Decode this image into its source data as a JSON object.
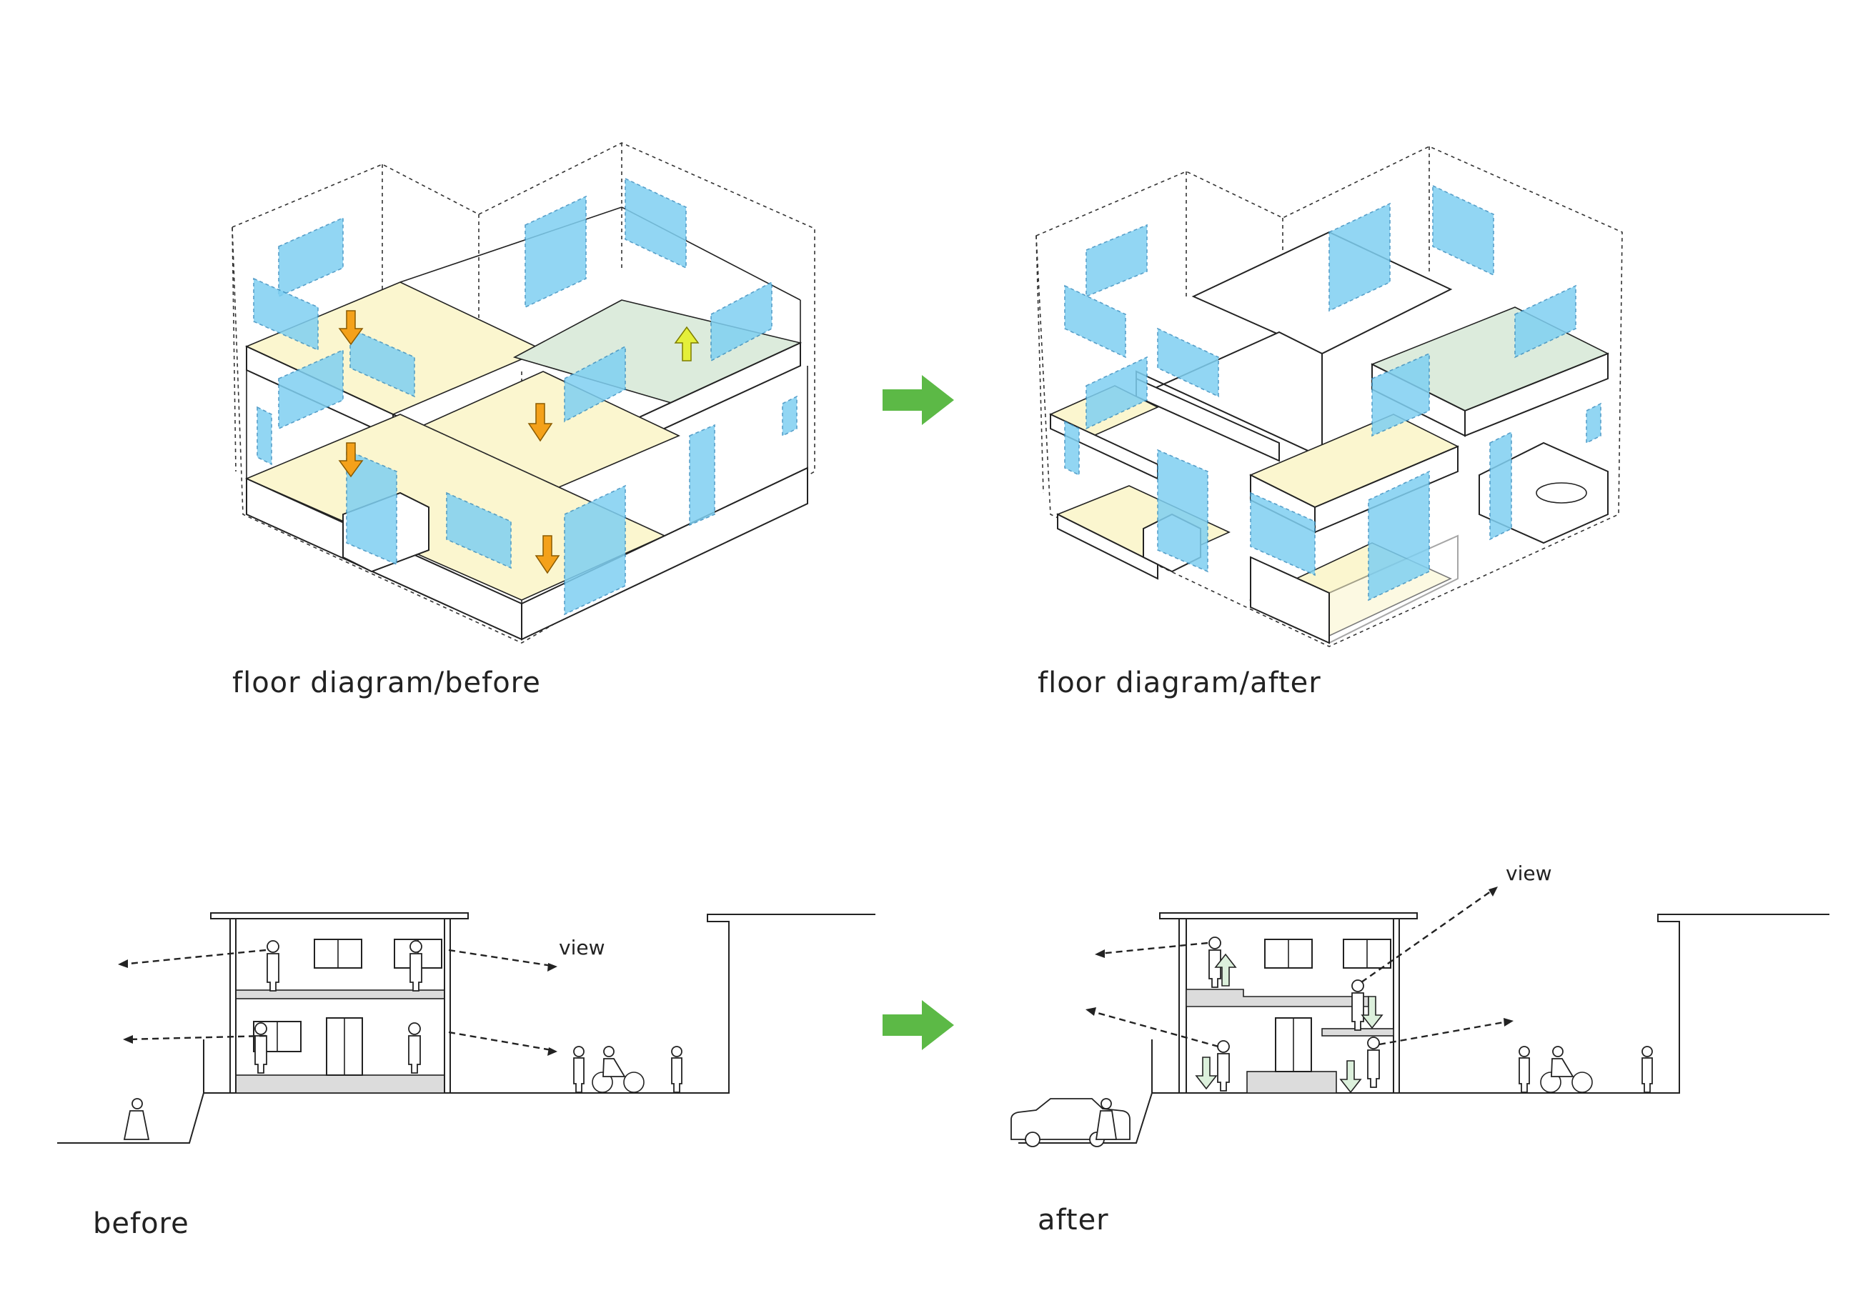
{
  "captions": {
    "floor_before": "floor diagram/before",
    "floor_after": "floor diagram/after",
    "section_before": "before",
    "section_after": "after"
  },
  "labels": {
    "view": "view"
  },
  "icons": {
    "transition_arrow": "green-right-arrow-icon",
    "vertical_flow": "orange-down-arrow-icon"
  },
  "colors": {
    "window_blue": "#7fd0f2",
    "floor_yellow": "#fbf6cf",
    "floor_green": "#dcebdc",
    "arrow_green": "#5cb946",
    "arrow_orange": "#f4a11a"
  }
}
